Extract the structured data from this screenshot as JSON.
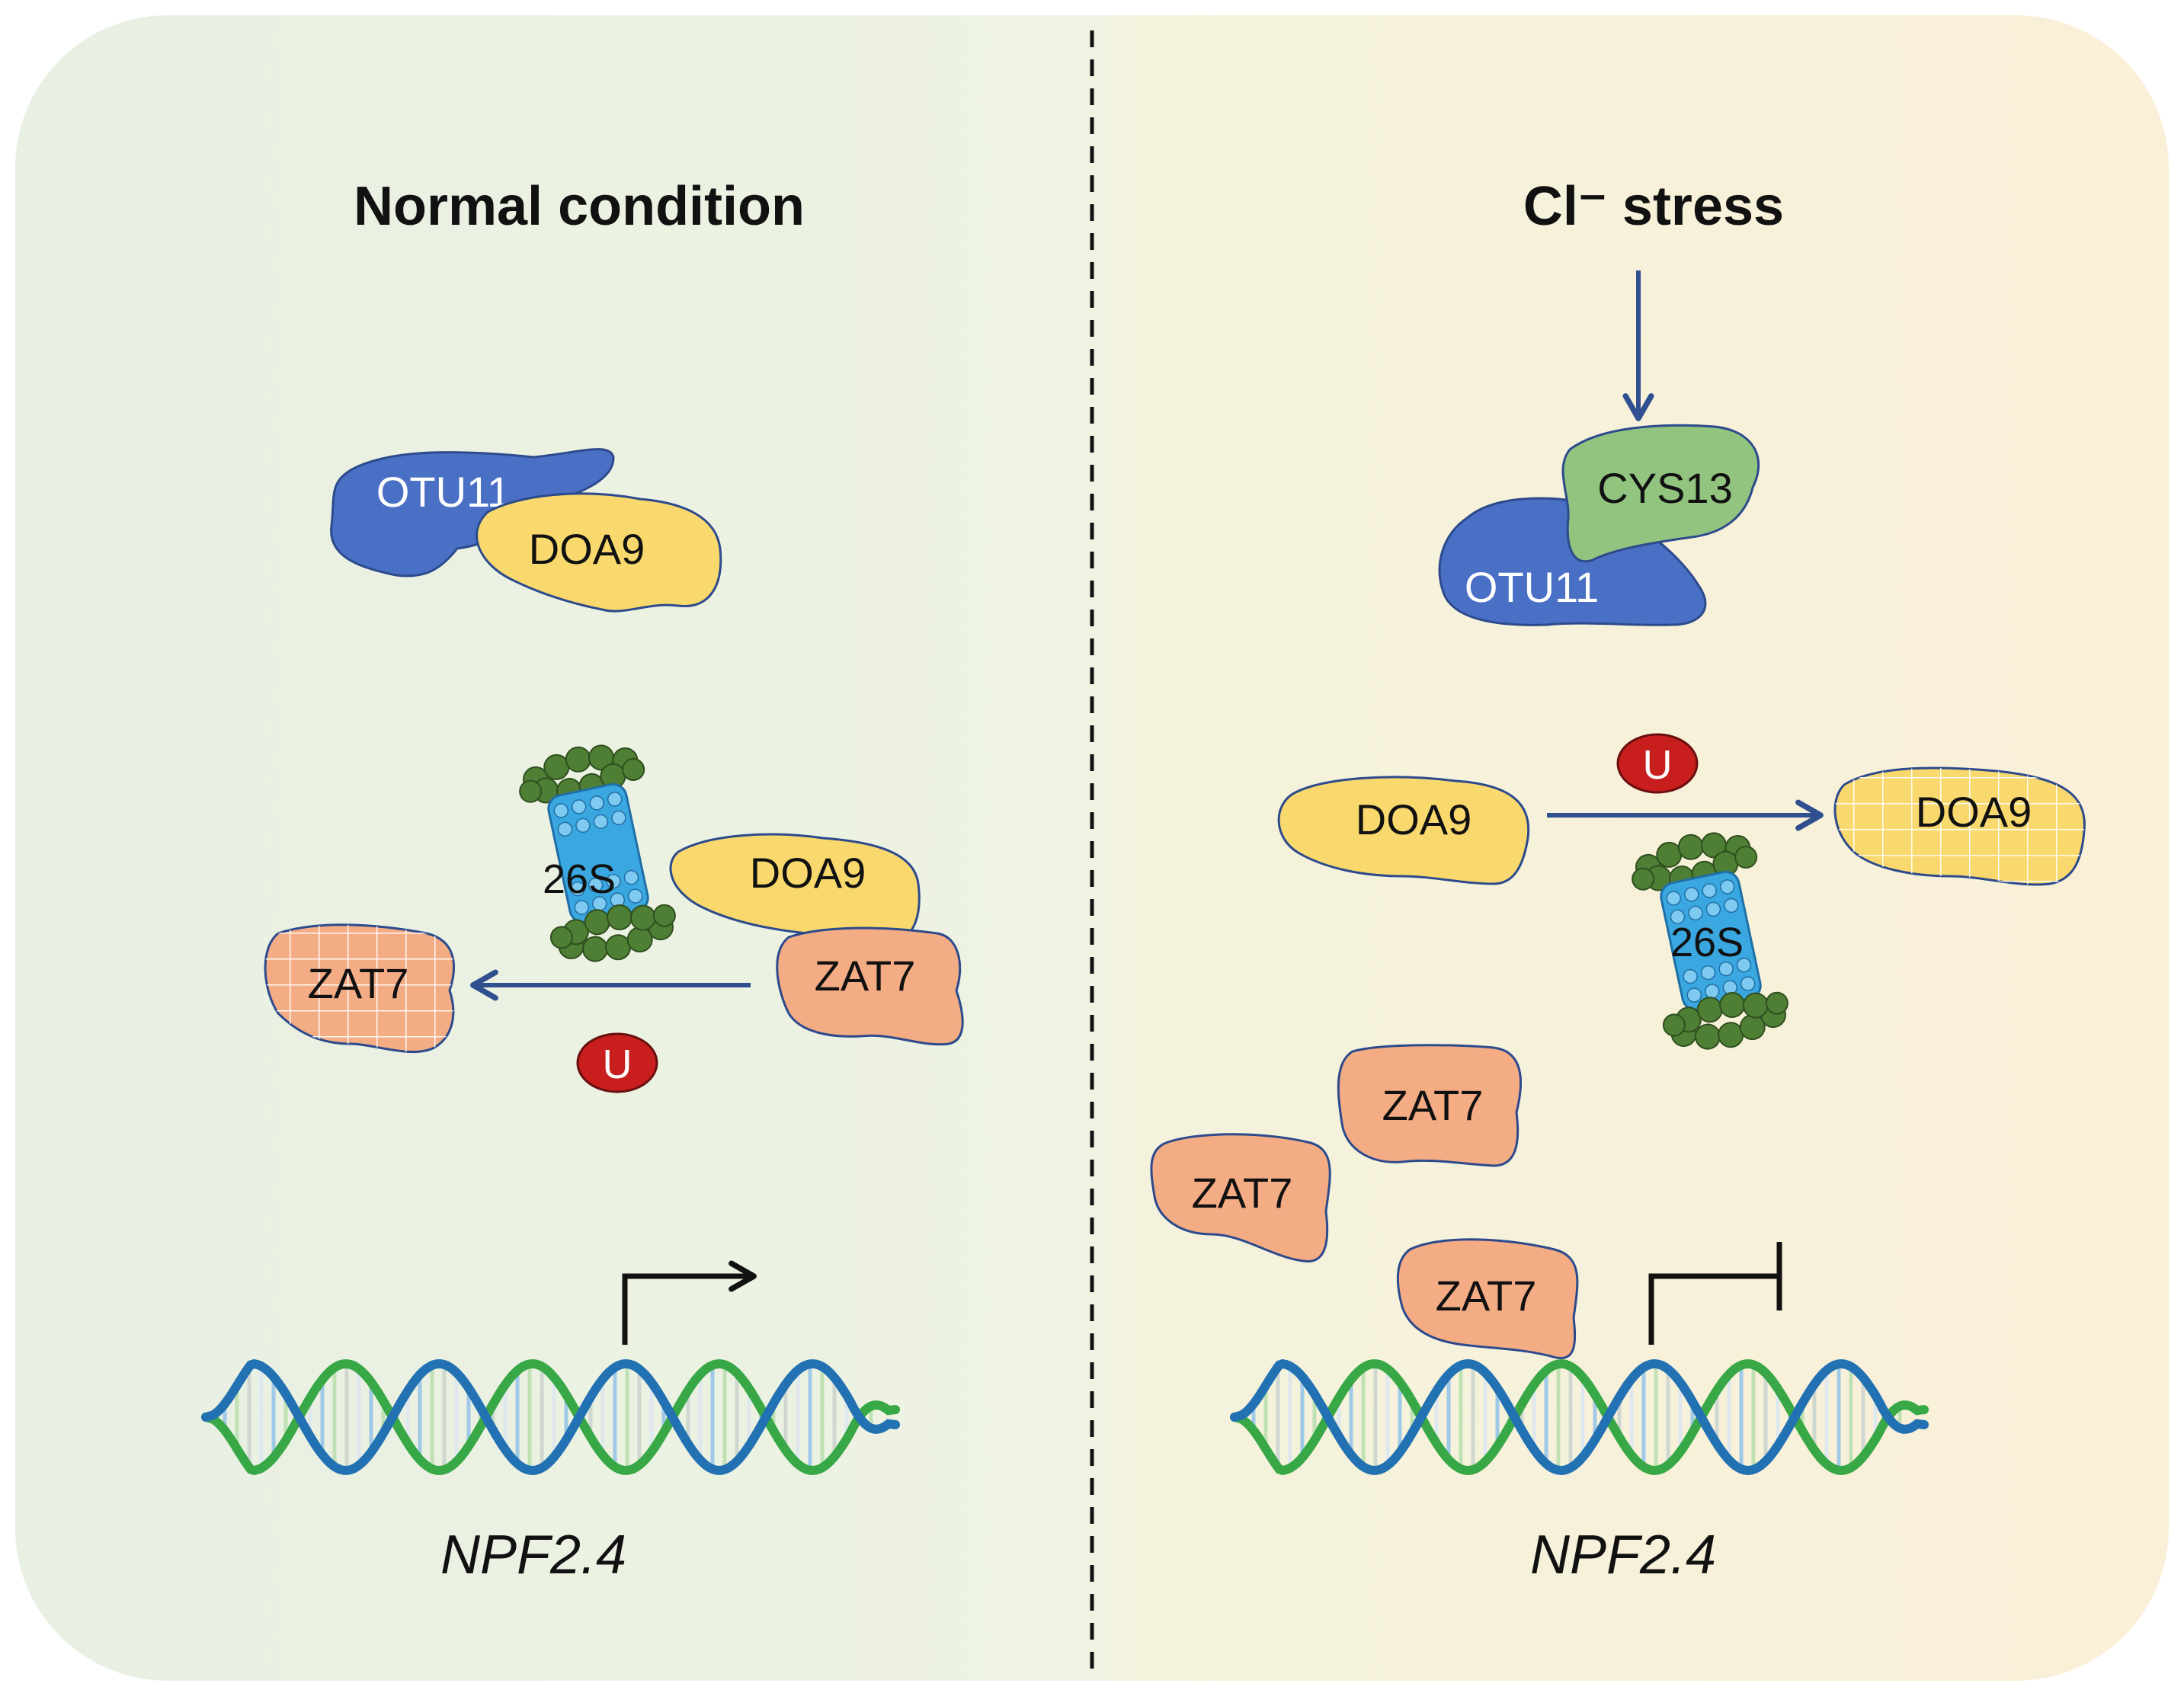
{
  "left_panel": {
    "title": "Normal condition",
    "complex": {
      "otu11": "OTU11",
      "doa9": "DOA9"
    },
    "proteasome": "26S",
    "doa9": "DOA9",
    "zat7_substrate": "ZAT7",
    "zat7_degraded": "ZAT7",
    "ubiquitin": "U",
    "gene": "NPF2.4"
  },
  "right_panel": {
    "title": "Cl⁻ stress",
    "complex": {
      "cys13": "CYS13",
      "otu11": "OTU11"
    },
    "doa9_substrate": "DOA9",
    "doa9_degraded": "DOA9",
    "ubiquitin": "U",
    "proteasome": "26S",
    "zat7_items": [
      "ZAT7",
      "ZAT7",
      "ZAT7"
    ],
    "gene": "NPF2.4"
  },
  "colors": {
    "bg_left": "#eaf2e4",
    "bg_right": "#f8f1da",
    "otu11": "#4a70c6",
    "doa9": "#f9d96d",
    "zat7": "#f4ac84",
    "cys13": "#92c47f",
    "proteasome_core": "#3da9e0",
    "proteasome_cap": "#4d7d34",
    "ubiquitin": "#c81e1e",
    "arrow": "#2f4f8f",
    "dna_blue": "#2271b3",
    "dna_green": "#37a845"
  }
}
